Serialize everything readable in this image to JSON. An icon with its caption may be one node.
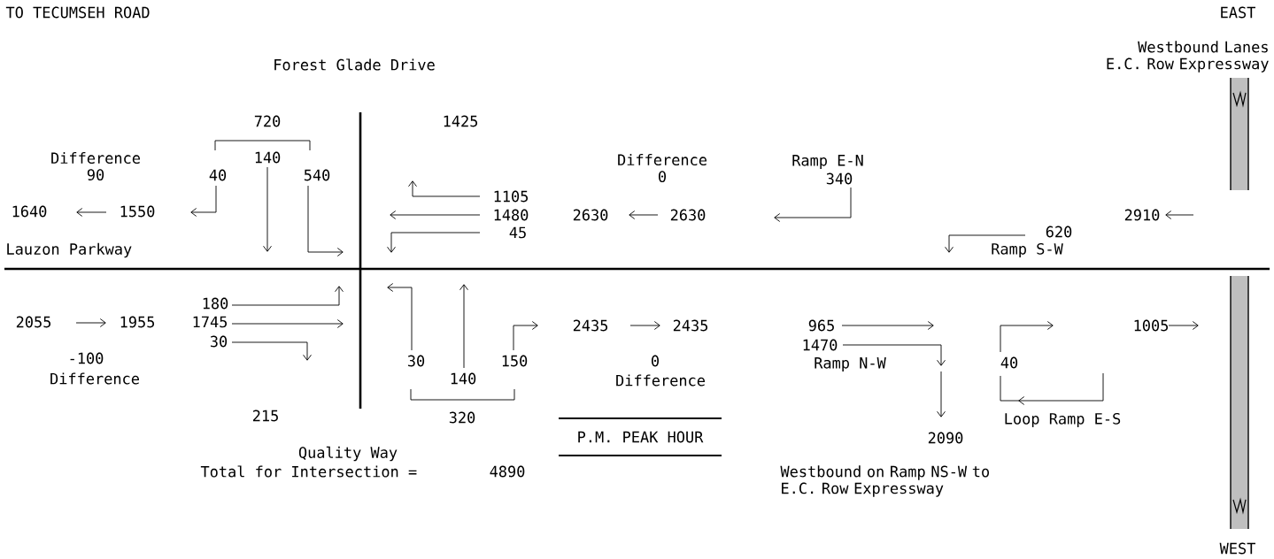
{
  "diagram": {
    "labels": [
      "TO TECUMSEH ROAD",
      "EAST",
      "Westbound Lanes E.C. Row Expressway",
      "Forest Glade Drive",
      "720",
      "1425",
      "Difference 90",
      "140",
      "40",
      "540",
      "Difference 0",
      "Ramp E-N",
      "340",
      "1105",
      "1640",
      "1550",
      "1480",
      "2630",
      "2630",
      "2910",
      "45",
      "620",
      "Lauzon Parkway",
      "Ramp S-W",
      "180",
      "2055",
      "1955",
      "1745",
      "2435",
      "2435",
      "965",
      "1005",
      "30",
      "1470",
      "-100",
      "30",
      "150",
      "0",
      "Ramp N-W",
      "40",
      "Difference",
      "140",
      "Difference",
      "215",
      "320",
      "Loop Ramp E-S",
      "P.M. PEAK HOUR",
      "2090",
      "Quality Way",
      "Total for Intersection =",
      "4890",
      "Westbound on Ramp NS-W to E.C. Row Expressway",
      "WEST"
    ]
  }
}
